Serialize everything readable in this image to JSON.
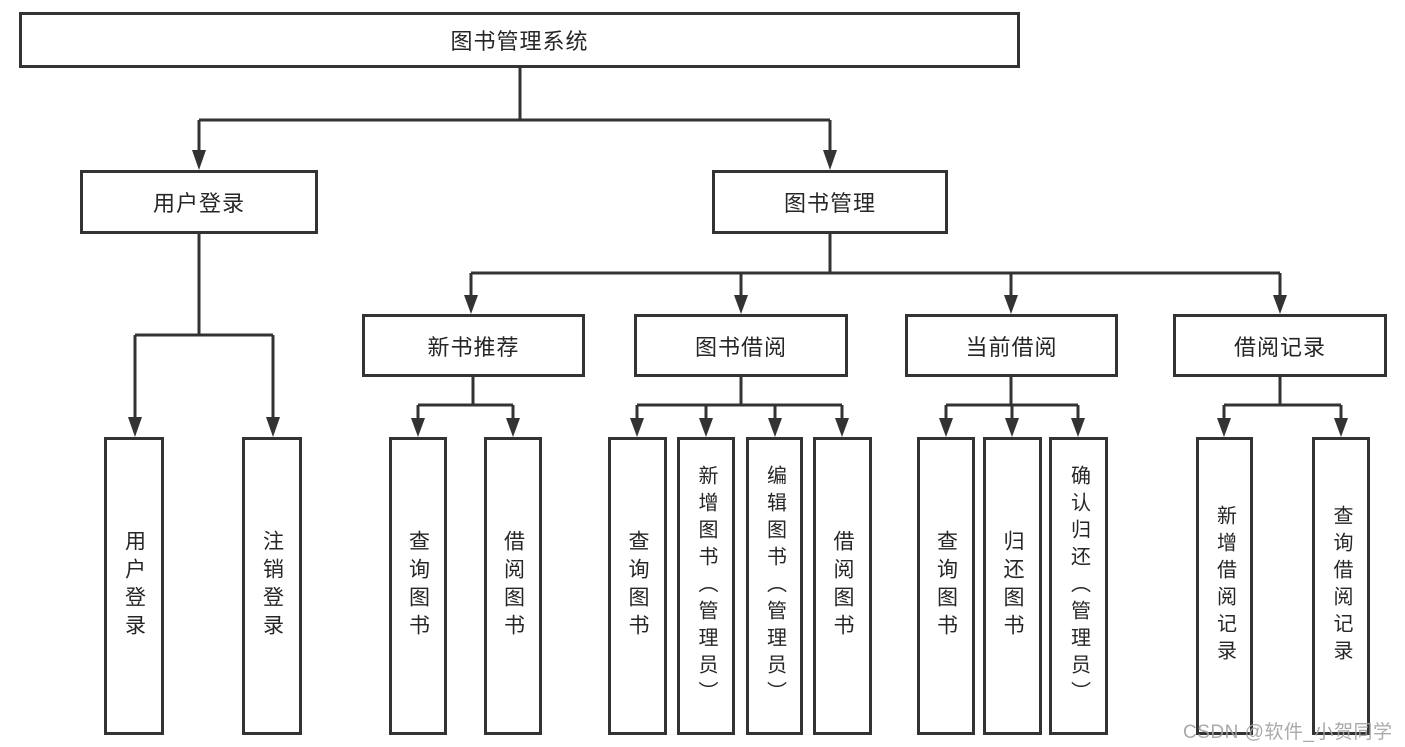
{
  "nodes": {
    "root": "图书管理系统",
    "user_login": "用户登录",
    "book_mgmt": "图书管理",
    "new_book_rec": "新书推荐",
    "book_borrow": "图书借阅",
    "current_borrow": "当前借阅",
    "borrow_records": "借阅记录",
    "leaf_user_login": "用户登录",
    "leaf_logout": "注销登录",
    "leaf_nb_query": "查询图书",
    "leaf_nb_borrow": "借阅图书",
    "leaf_bw_query": "查询图书",
    "leaf_bw_add": "新增图书（管理员）",
    "leaf_bw_edit": "编辑图书（管理员）",
    "leaf_bw_borrow": "借阅图书",
    "leaf_cur_query": "查询图书",
    "leaf_cur_return": "归还图书",
    "leaf_cur_confirm": "确认归还（管理员）",
    "leaf_rec_add": "新增借阅记录",
    "leaf_rec_query": "查询借阅记录"
  },
  "hierarchy": {
    "label": "图书管理系统",
    "children": [
      {
        "label": "用户登录",
        "children": [
          {
            "label": "用户登录"
          },
          {
            "label": "注销登录"
          }
        ]
      },
      {
        "label": "图书管理",
        "children": [
          {
            "label": "新书推荐",
            "children": [
              {
                "label": "查询图书"
              },
              {
                "label": "借阅图书"
              }
            ]
          },
          {
            "label": "图书借阅",
            "children": [
              {
                "label": "查询图书"
              },
              {
                "label": "新增图书（管理员）"
              },
              {
                "label": "编辑图书（管理员）"
              },
              {
                "label": "借阅图书"
              }
            ]
          },
          {
            "label": "当前借阅",
            "children": [
              {
                "label": "查询图书"
              },
              {
                "label": "归还图书"
              },
              {
                "label": "确认归还（管理员）"
              }
            ]
          },
          {
            "label": "借阅记录",
            "children": [
              {
                "label": "新增借阅记录"
              },
              {
                "label": "查询借阅记录"
              }
            ]
          }
        ]
      }
    ]
  },
  "watermark": "CSDN @软件_小贺同学",
  "colors": {
    "line": "#333333",
    "text": "#262626",
    "box_background": "#ffffff",
    "watermark": "#a3a3a3",
    "page_background": "#ffffff"
  }
}
